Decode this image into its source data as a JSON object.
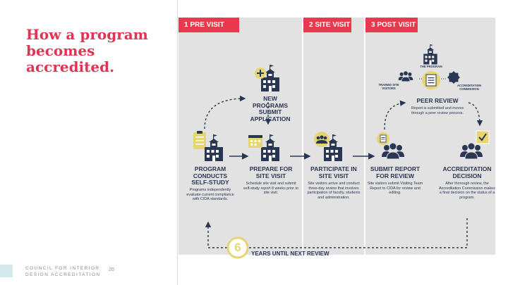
{
  "slide": {
    "title": "How a program becomes accredited.",
    "page_number": "20"
  },
  "footer": {
    "org_line1": "COUNCIL FOR INTERIOR",
    "org_line2": "DESIGN ACCREDITATION"
  },
  "phases": [
    {
      "label": "1 PRE VISIT"
    },
    {
      "label": "2 SITE VISIT"
    },
    {
      "label": "3 POST VISIT"
    }
  ],
  "stages": {
    "new_programs": {
      "title": "NEW PROGRAMS SUBMIT APPLICATION"
    },
    "self_study": {
      "title": "PROGRAM CONDUCTS SELF-STUDY",
      "desc": "Programs independently evaluate current compliance with CIDA standards."
    },
    "prepare": {
      "title": "PREPARE FOR SITE VISIT",
      "desc": "Schedule site visit and submit self-study report 8 weeks prior to site visit."
    },
    "participate": {
      "title": "PARTICIPATE IN SITE VISIT",
      "desc": "Site visitors arrive and conduct three-day review that involves participation of faculty, students and administration."
    },
    "submit_report": {
      "title": "SUBMIT REPORT FOR REVIEW",
      "desc": "Site visitors submit Visiting Team Report to CIDA for review and editing."
    },
    "decision": {
      "title": "ACCREDITATION DECISION",
      "desc": "After thorough review, the Accreditation Commission makes a final decision on the status of a program."
    },
    "peer_review": {
      "title": "PEER REVIEW",
      "desc": "Report is submitted and moves through a peer review process."
    }
  },
  "peer_review_labels": {
    "the_program": "THE PROGRAM",
    "trained_site_visitors": "TRAINED SITE VISITORS",
    "accreditation_commission": "ACCREDITATION COMMISSION"
  },
  "cycle": {
    "number": "6",
    "label": "YEARS UNTIL NEXT REVIEW"
  },
  "colors": {
    "accent_red": "#e8394f",
    "title_red": "#e03452",
    "navy": "#2a3754",
    "gold": "#e6d572",
    "panel_gray": "#e2e2e2"
  }
}
